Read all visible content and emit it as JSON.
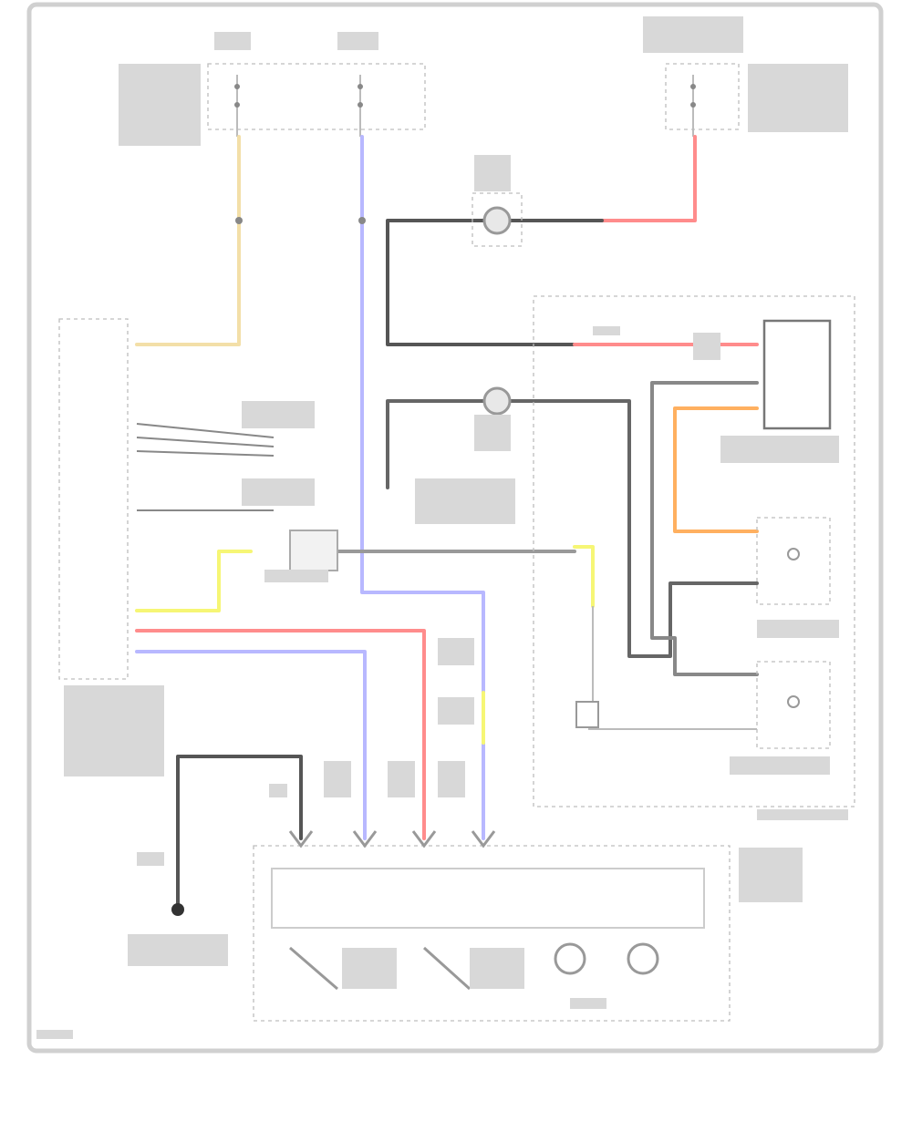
{
  "colors": {
    "black": "#444444",
    "gray": "#8c8c8c",
    "red": "#ff8c8c",
    "blue": "#b8b8ff",
    "yellow": "#f6f675",
    "orange": "#ffb060",
    "tan": "#f3dfa8",
    "frame": "#d0d0d0"
  },
  "labels": {},
  "components": [
    {
      "id": "fuse-block-left"
    },
    {
      "id": "fuse-block-center"
    },
    {
      "id": "fuse-block-right"
    },
    {
      "id": "ecm-module"
    },
    {
      "id": "motor-assembly-1"
    },
    {
      "id": "motor-assembly-2"
    },
    {
      "id": "sensor-block"
    },
    {
      "id": "sensor-assembly"
    },
    {
      "id": "connector-box"
    },
    {
      "id": "switch-unit"
    },
    {
      "id": "ground"
    }
  ]
}
